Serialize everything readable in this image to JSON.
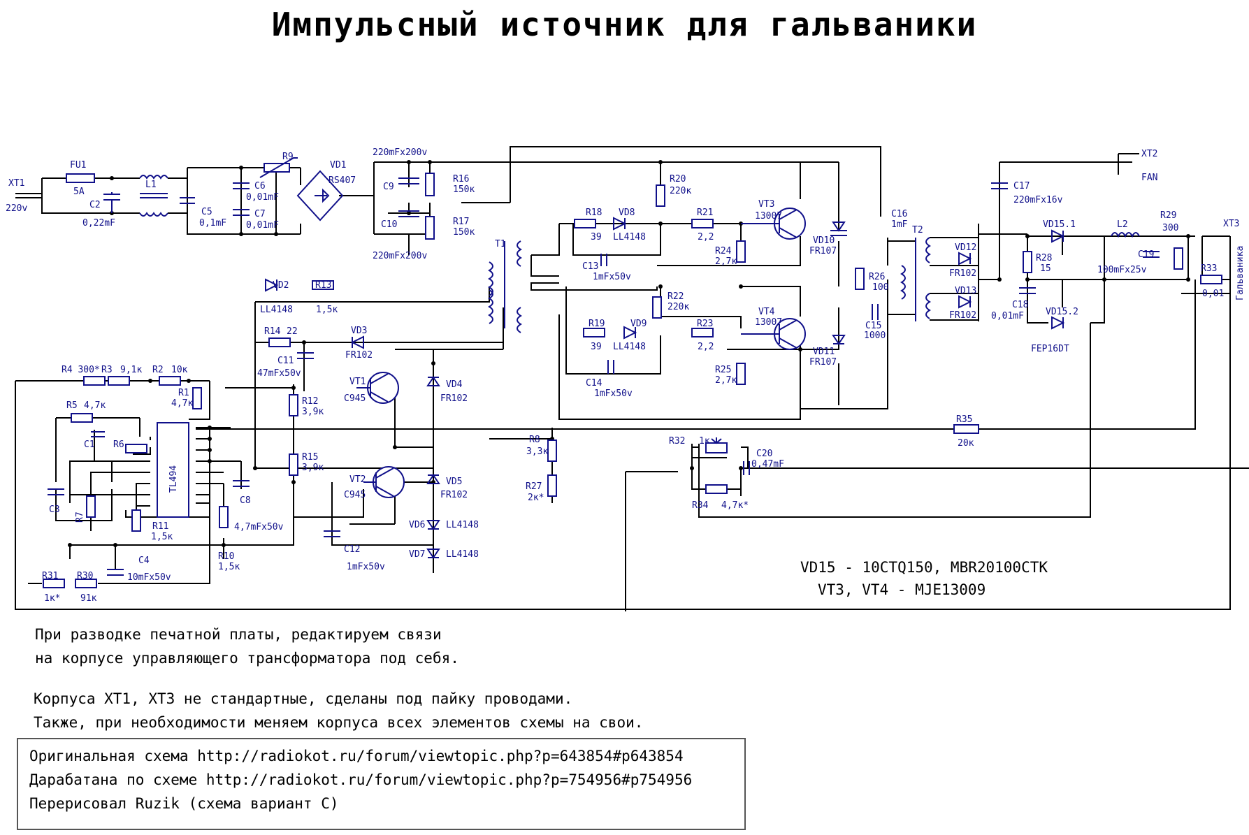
{
  "title": "Импульсный источник для гальваники",
  "labels": {
    "xt1": "XT1",
    "v220": "220v",
    "fu1": "FU1",
    "a5": "5A",
    "c2": "C2",
    "c2v": "0,22mF",
    "l1": "L1",
    "c5": "C5",
    "c5v": "0,1mF",
    "c6": "C6",
    "c6v": "0,01mF",
    "c7": "C7",
    "c7v": "0,01mF",
    "r9": "R9",
    "vd1": "VD1",
    "rs407": "RS407",
    "c9": "C9",
    "c10": "C10",
    "c9v": "220mFx200v",
    "c10v": "220mFx200v",
    "r16": "R16",
    "r16v": "150к",
    "r17": "R17",
    "r17v": "150к",
    "t1": "T1",
    "r18": "R18",
    "r18v": "39",
    "vd8": "VD8",
    "vd8v": "LL4148",
    "c13": "C13",
    "c13v": "1mFx50v",
    "r20": "R20",
    "r20v": "220к",
    "r21": "R21",
    "r21v": "2,2",
    "r24": "R24",
    "r24v": "2,7к",
    "vt3": "VT3",
    "vt3v": "13007",
    "vd10": "VD10",
    "vd10v": "FR107",
    "r19": "R19",
    "r19v": "39",
    "vd9": "VD9",
    "vd9v": "LL4148",
    "c14": "C14",
    "c14v": "1mFx50v",
    "r22": "R22",
    "r22v": "220к",
    "r23": "R23",
    "r23v": "2,2",
    "r25": "R25",
    "r25v": "2,7к",
    "vt4": "VT4",
    "vt4v": "13007",
    "vd11": "VD11",
    "vd11v": "FR107",
    "c16": "C16",
    "c16v": "1mF",
    "r26": "R26",
    "r26v": "100",
    "c15": "C15",
    "c15v": "1000",
    "t2": "T2",
    "xt2": "XT2",
    "fan": "FAN",
    "c17": "C17",
    "c17v": "220mFx16v",
    "vd12": "VD12",
    "vd12v": "FR102",
    "vd13": "VD13",
    "vd13v": "FR102",
    "r28": "R28",
    "r28v": "15",
    "c18": "C18",
    "c18v": "0,01mF",
    "vd151": "VD15.1",
    "vd152": "VD15.2",
    "fep": "FEP16DT",
    "l2": "L2",
    "r29": "R29",
    "r29v": "300",
    "c19": "C19",
    "c19v": "100mFx25v",
    "r33": "R33",
    "r33v": "0,01",
    "xt3": "XT3",
    "galv": "Гальваника",
    "vd2": "VD2",
    "vd2v": "LL4148",
    "r13": "R13",
    "r13v": "1,5к",
    "r14": "R14",
    "r14v": "22",
    "vd3": "VD3",
    "vd3v": "FR102",
    "c11": "C11",
    "c11v": "47mFx50v",
    "vt1": "VT1",
    "vt1v": "C945",
    "vd4": "VD4",
    "vd4v": "FR102",
    "r12": "R12",
    "r12v": "3,9к",
    "r15": "R15",
    "r15v": "3,9к",
    "vt2": "VT2",
    "vt2v": "C945",
    "vd5": "VD5",
    "vd5v": "FR102",
    "vd6": "VD6",
    "vd6v": "LL4148",
    "vd7": "VD7",
    "vd7v": "LL4148",
    "c12": "C12",
    "c12v": "1mFx50v",
    "r4": "R4 300*",
    "r3": "R3",
    "r3v": "9,1к",
    "r2": "R2",
    "r2v": "10к",
    "r1": "R1",
    "r1v": "4,7к",
    "r5": "R5",
    "r5v": "4,7к",
    "c1": "C1",
    "r6": "R6",
    "tl494": "TL494",
    "c3": "C3",
    "r7": "R7",
    "r11": "R11",
    "r11v": "1,5к",
    "c8": "C8",
    "c8v": "4,7mFx50v",
    "r10": "R10",
    "r10v": "1,5к",
    "c4": "C4",
    "c4v": "10mFx50v",
    "r31": "R31",
    "r31v": "1к*",
    "r30": "R30",
    "r30v": "91к",
    "r8": "R8",
    "r8v": "3,3к",
    "r27": "R27",
    "r27v": "2к*",
    "r32": "R32",
    "r32v": "1к",
    "c20": "C20",
    "c20v": "0,47mF",
    "r34": "R34",
    "r34v": "4,7к*",
    "r35": "R35",
    "r35v": "20к"
  },
  "parts_note": [
    "VD15 - 10CTQ150, MBR20100CTK",
    "VT3, VT4 - MJE13009"
  ],
  "notes": [
    "При разводке печатной платы, редактируем связи",
    "на корпусе управляющего трансформатора под себя.",
    "Корпуса XT1, XT3 не стандартные, сделаны под пайку проводами.",
    "Также, при необходимости меняем корпуса всех элементов схемы на свои."
  ],
  "references": [
    "Оригинальная схема http://radiokot.ru/forum/viewtopic.php?p=643854#p643854",
    "Дарабатана по схеме http://radiokot.ru/forum/viewtopic.php?p=754956#p754956",
    "Перерисовал Ruzik (схема вариант С)"
  ],
  "colors": {
    "wire": "#000000",
    "component": "#10108a",
    "background": "#ffffff"
  }
}
